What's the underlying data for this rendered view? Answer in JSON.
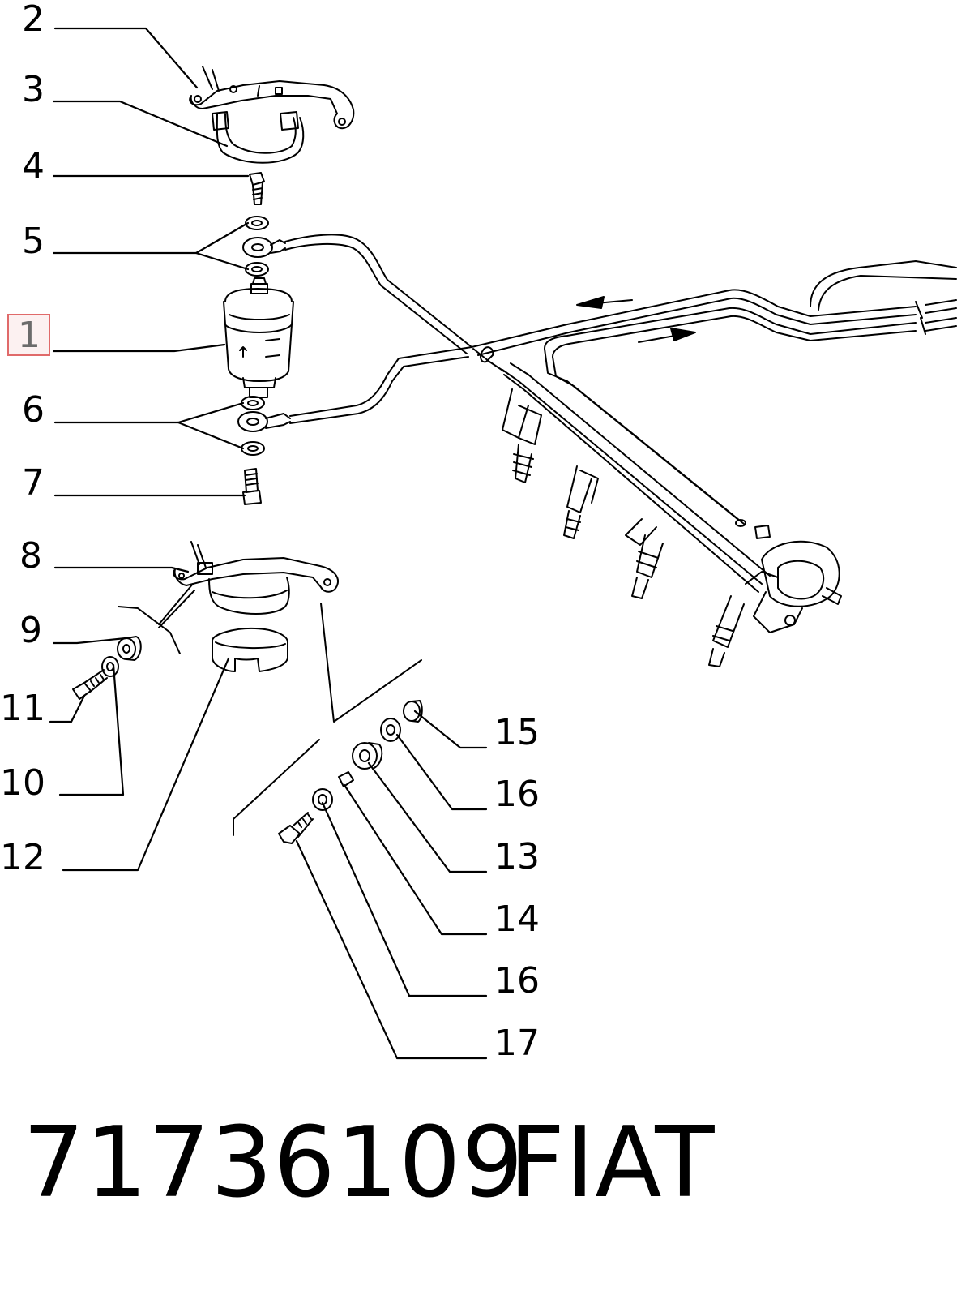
{
  "callouts": [
    {
      "id": "c2",
      "label": "2"
    },
    {
      "id": "c3",
      "label": "3"
    },
    {
      "id": "c4",
      "label": "4"
    },
    {
      "id": "c5",
      "label": "5"
    },
    {
      "id": "c1",
      "label": "1",
      "highlighted": true
    },
    {
      "id": "c6",
      "label": "6"
    },
    {
      "id": "c7",
      "label": "7"
    },
    {
      "id": "c8",
      "label": "8"
    },
    {
      "id": "c9",
      "label": "9"
    },
    {
      "id": "c11",
      "label": "11"
    },
    {
      "id": "c10",
      "label": "10"
    },
    {
      "id": "c12",
      "label": "12"
    },
    {
      "id": "c15",
      "label": "15"
    },
    {
      "id": "c16a",
      "label": "16"
    },
    {
      "id": "c13",
      "label": "13"
    },
    {
      "id": "c14",
      "label": "14"
    },
    {
      "id": "c16b",
      "label": "16"
    },
    {
      "id": "c17",
      "label": "17"
    }
  ],
  "footer": {
    "part_number": "71736109",
    "brand": "FIAT"
  },
  "colors": {
    "line": "#000000",
    "highlight_border": "#e06a6a",
    "highlight_text": "#6b6b6b"
  }
}
